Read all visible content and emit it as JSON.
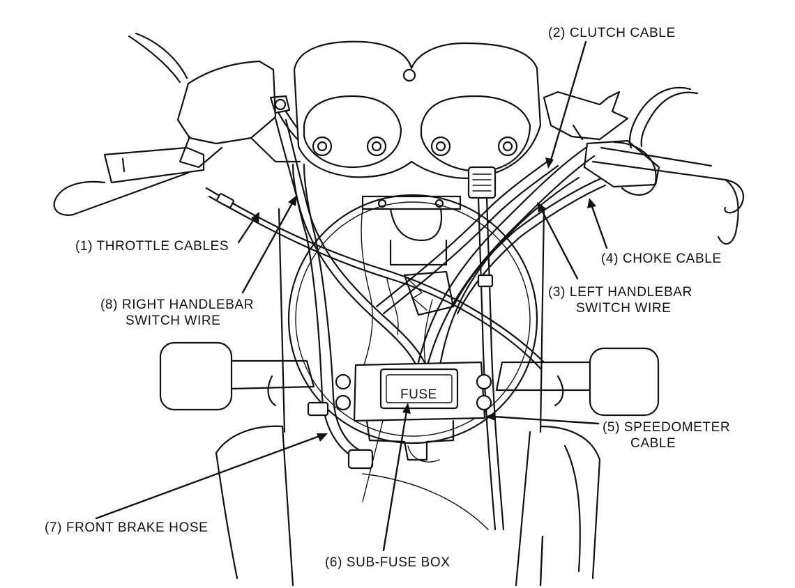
{
  "callouts": {
    "throttle_cables": "(1) THROTTLE CABLES",
    "clutch_cable": "(2) CLUTCH CABLE",
    "left_handlebar_switch_wire": [
      "(3) LEFT HANDLEBAR",
      "SWITCH WIRE"
    ],
    "choke_cable": "(4) CHOKE CABLE",
    "speedometer_cable": [
      "(5) SPEEDOMETER",
      "CABLE"
    ],
    "sub_fuse_box": "(6) SUB-FUSE BOX",
    "front_brake_hose": "(7) FRONT BRAKE HOSE",
    "right_handlebar_switch_wire": [
      "(8) RIGHT HANDLEBAR",
      "SWITCH WIRE"
    ]
  },
  "fuse_box_label": "FUSE"
}
